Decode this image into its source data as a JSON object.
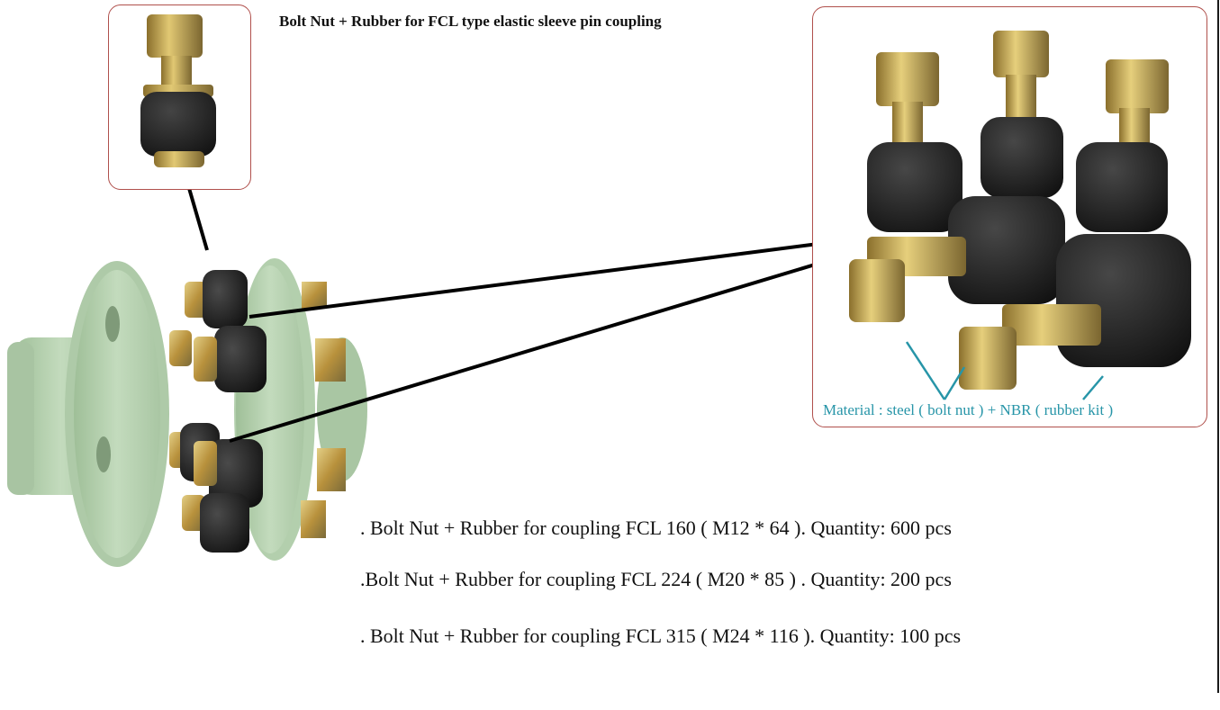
{
  "header": {
    "title": "Bolt Nut + Rubber for FCL type elastic sleeve pin coupling"
  },
  "material_label": "Material : steel ( bolt nut ) + NBR ( rubber kit )",
  "specs": [
    ". Bolt Nut + Rubber for coupling FCL 160 ( M12 * 64 ). Quantity: 600 pcs",
    ".Bolt Nut + Rubber for coupling FCL 224 ( M20 * 85 ) . Quantity: 200 pcs",
    ". Bolt Nut + Rubber for coupling FCL 315 ( M24 * 116 ). Quantity: 100 pcs"
  ],
  "colors": {
    "frame_border": "#b0504c",
    "coupling_green": "#b9d3b4",
    "rubber_black": "#1c1c1c",
    "brass": "#c7a34d",
    "caption_teal": "#2795a8"
  },
  "images": {
    "small_photo": "single bolt nut with rubber sleeve",
    "large_photo": "group of five bolt nuts with rubber sleeves",
    "coupling": "green FCL flange coupling with pins"
  }
}
